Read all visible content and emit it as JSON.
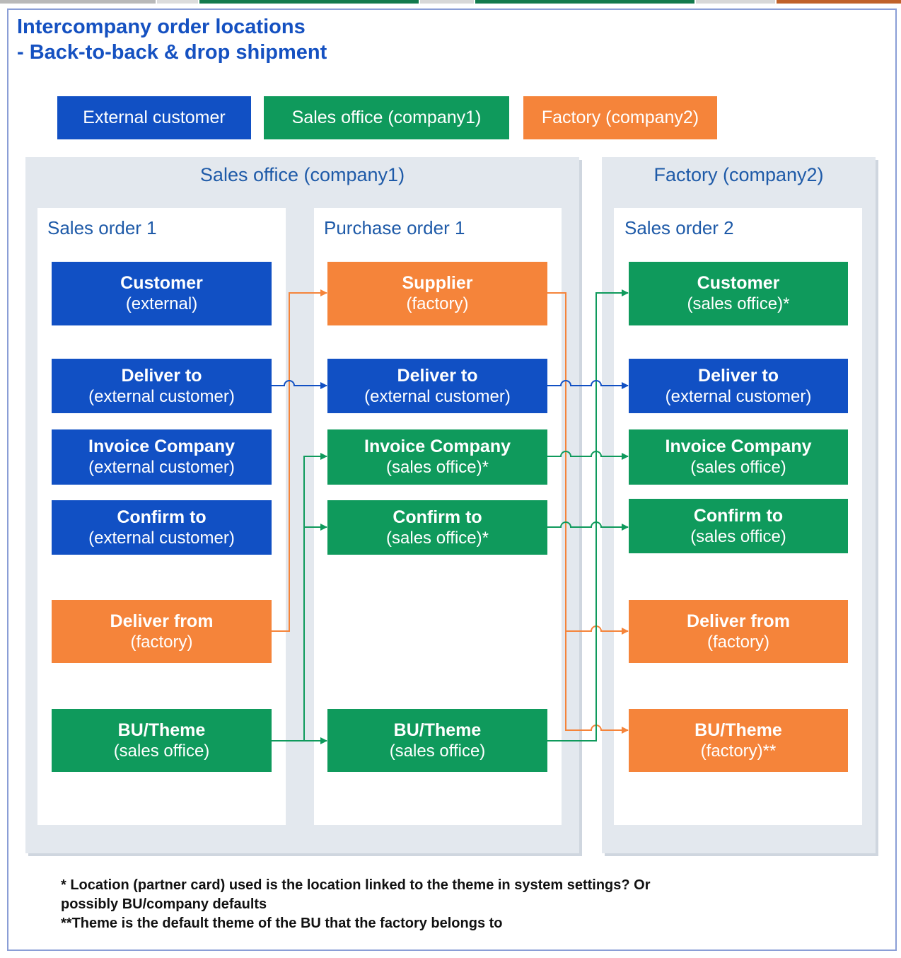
{
  "title": {
    "line1": "Intercompany order locations",
    "line2": "-  Back-to-back & drop shipment"
  },
  "legend": [
    {
      "label": "External customer",
      "color": "#1150c4"
    },
    {
      "label": "Sales office (company1)",
      "color": "#0f9a5c"
    },
    {
      "label": "Factory (company2)",
      "color": "#f5843a"
    }
  ],
  "panels": [
    {
      "title": "Sales office (company1)"
    },
    {
      "title": "Factory (company2)"
    }
  ],
  "columns": [
    {
      "title": "Sales order 1",
      "boxes": [
        {
          "title": "Customer",
          "sub": "(external)",
          "kind": "external-customer"
        },
        {
          "title": "Deliver to",
          "sub": "(external customer)",
          "kind": "external-customer"
        },
        {
          "title": "Invoice Company",
          "sub": "(external customer)",
          "kind": "external-customer"
        },
        {
          "title": "Confirm to",
          "sub": "(external customer)",
          "kind": "external-customer"
        },
        {
          "title": "Deliver from",
          "sub": "(factory)",
          "kind": "factory"
        },
        {
          "title": "BU/Theme",
          "sub": "(sales office)",
          "kind": "sales-office"
        }
      ]
    },
    {
      "title": "Purchase order 1",
      "boxes": [
        {
          "title": "Supplier",
          "sub": "(factory)",
          "kind": "factory"
        },
        {
          "title": "Deliver to",
          "sub": "(external customer)",
          "kind": "external-customer"
        },
        {
          "title": "Invoice Company",
          "sub": "(sales office)*",
          "kind": "sales-office"
        },
        {
          "title": "Confirm to",
          "sub": "(sales office)*",
          "kind": "sales-office"
        },
        {
          "title": "BU/Theme",
          "sub": "(sales office)",
          "kind": "sales-office"
        }
      ]
    },
    {
      "title": "Sales order 2",
      "boxes": [
        {
          "title": "Customer",
          "sub": "(sales office)*",
          "kind": "sales-office"
        },
        {
          "title": "Deliver to",
          "sub": "(external customer)",
          "kind": "external-customer"
        },
        {
          "title": "Invoice Company",
          "sub": "(sales office)",
          "kind": "sales-office"
        },
        {
          "title": "Confirm to",
          "sub": "(sales office)",
          "kind": "sales-office"
        },
        {
          "title": "Deliver from",
          "sub": "(factory)",
          "kind": "factory"
        },
        {
          "title": "BU/Theme",
          "sub": "(factory)**",
          "kind": "factory"
        }
      ]
    }
  ],
  "footnotes": {
    "line1": "* Location (partner card) used is the location linked to the theme in system settings? Or",
    "line2": "possibly BU/company defaults",
    "line3": "**Theme is the default theme of the BU that the factory belongs to"
  },
  "colors": {
    "external_customer": "#1150c4",
    "sales_office": "#0f9a5c",
    "factory": "#f5843a",
    "title_text": "#1551c1",
    "panel_background": "#e3e8ee"
  }
}
